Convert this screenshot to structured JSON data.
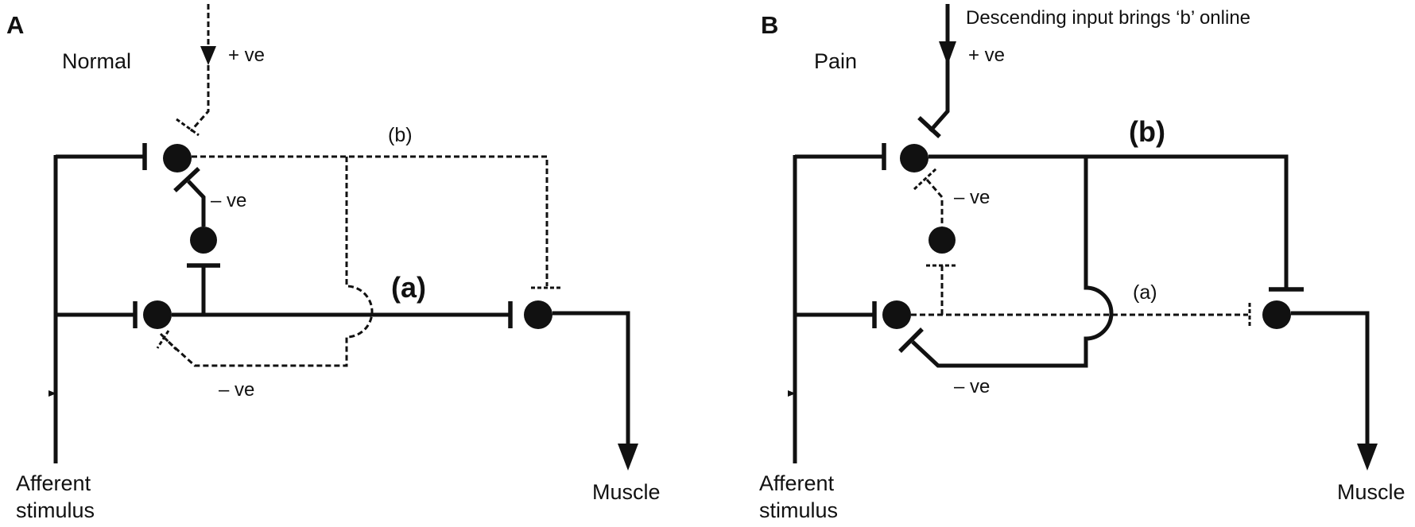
{
  "panelA": {
    "letter": "A",
    "title": "Normal",
    "plus_ve": "+ ve",
    "minus_ve_top": "– ve",
    "minus_ve_bottom": "– ve",
    "path_b": "(b)",
    "path_a": "(a)",
    "afferent_line1": "Afferent",
    "afferent_line2": "stimulus",
    "muscle": "Muscle"
  },
  "panelB": {
    "letter": "B",
    "title": "Pain",
    "descending_caption": "Descending input brings ‘b’ online",
    "plus_ve": "+ ve",
    "minus_ve_top": "– ve",
    "minus_ve_bottom": "– ve",
    "path_b": "(b)",
    "path_a": "(a)",
    "afferent_line1": "Afferent",
    "afferent_line2": "stimulus",
    "muscle": "Muscle"
  }
}
